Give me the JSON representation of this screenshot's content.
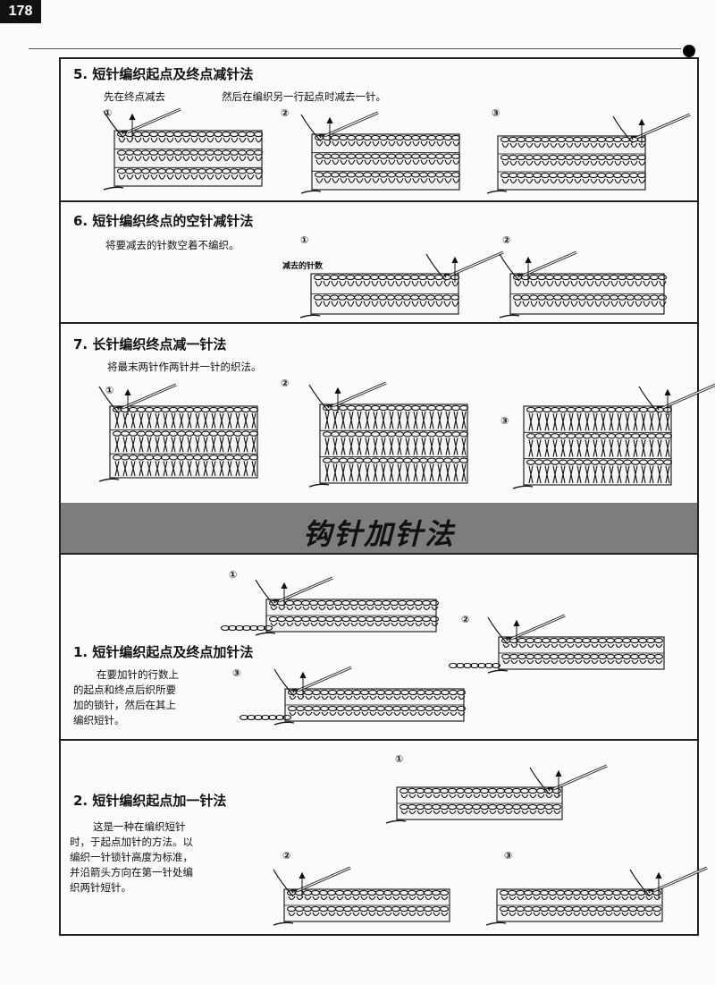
{
  "page": {
    "number": "178"
  },
  "sections": [
    {
      "title": "5. 短针编织起点及终点减针法",
      "desc": "先在终点减去",
      "desc2": "然后在编织另一行起点时减去一针。",
      "steps": [
        "①",
        "②",
        "③"
      ]
    },
    {
      "title": "6. 短针编织终点的空针减针法",
      "desc": "将要减去的针数空着不编织。",
      "label": "减去的针数",
      "steps": [
        "①",
        "②"
      ]
    },
    {
      "title": "7. 长针编织终点减一针法",
      "desc": "将最末两针作两针并一针的织法。",
      "steps": [
        "①",
        "②",
        "③"
      ]
    }
  ],
  "banner": {
    "title": "钩针加针法"
  },
  "add_sections": [
    {
      "title": "1. 短针编织起点及终点加针法",
      "desc_lines": [
        "在要加针的行数上",
        "的起点和终点后织所要",
        "加的锁针，然后在其上",
        "编织短针。"
      ],
      "steps": [
        "①",
        "②",
        "③"
      ]
    },
    {
      "title": "2. 短针编织起点加一针法",
      "desc_lines": [
        "这是一种在编织短针",
        "时，于起点加针的方法。以",
        "编织一针锁针高度为标准，",
        "并沿箭头方向在第一针处编",
        "织两针短针。"
      ],
      "steps": [
        "①",
        "②",
        "③"
      ]
    }
  ]
}
